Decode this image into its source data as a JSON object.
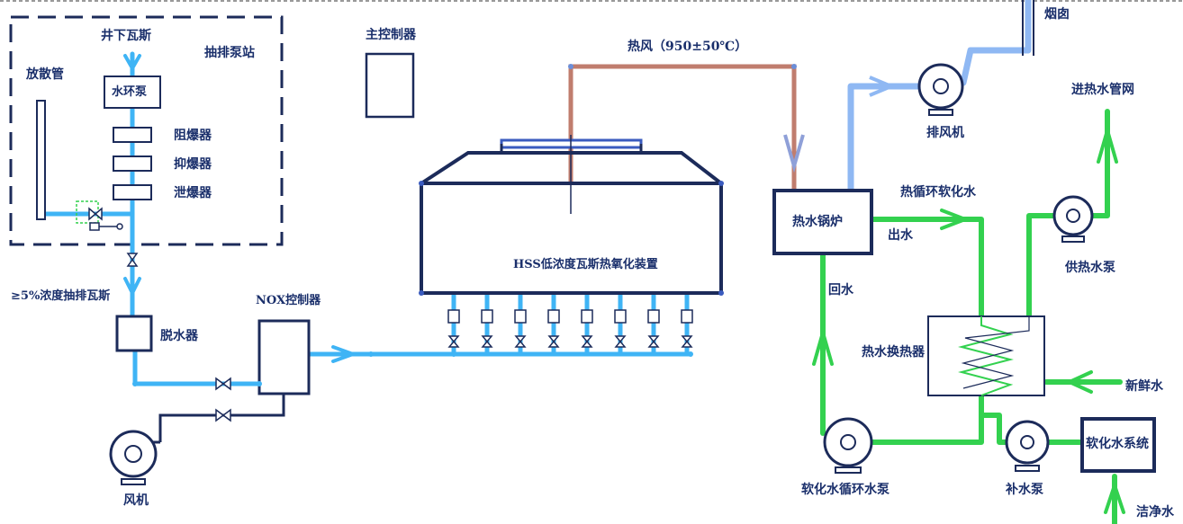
{
  "colors": {
    "dark_blue": "#1c2b5a",
    "gas_blue": "#3fb4f5",
    "hot_air": "#c07d6e",
    "water_green": "#33d14f",
    "exhaust_blue": "#8fb8f3",
    "label": "#1a2f6b"
  },
  "labels": {
    "underground_gas": "井下瓦斯",
    "pump_station": "抽排泵站",
    "vent_pipe": "放散管",
    "water_ring_pump": "水环泵",
    "arrester_1": "阻爆器",
    "arrester_2": "抑爆器",
    "arrester_3": "泄爆器",
    "main_controller": "主控制器",
    "hot_air": "热风（950±50℃）",
    "chimney": "烟囱",
    "exhaust_fan": "排风机",
    "heat_network": "进热水管网",
    "soft_water_circ": "热循环软化水",
    "boiler": "热水锅炉",
    "outlet": "出水",
    "return": "回水",
    "supply_pump": "供热水泵",
    "heat_exchanger": "热水换热器",
    "fresh_water": "新鲜水",
    "gas_concentration": "≥5%浓度抽排瓦斯",
    "dehydrator": "脱水器",
    "nox_controller": "NOX控制器",
    "oxidizer": "HSS低浓度瓦斯热氧化装置",
    "fan": "风机",
    "circ_pump": "软化水循环水泵",
    "makeup_pump": "补水泵",
    "softening_system": "软化水系统",
    "clean_water": "洁净水"
  }
}
